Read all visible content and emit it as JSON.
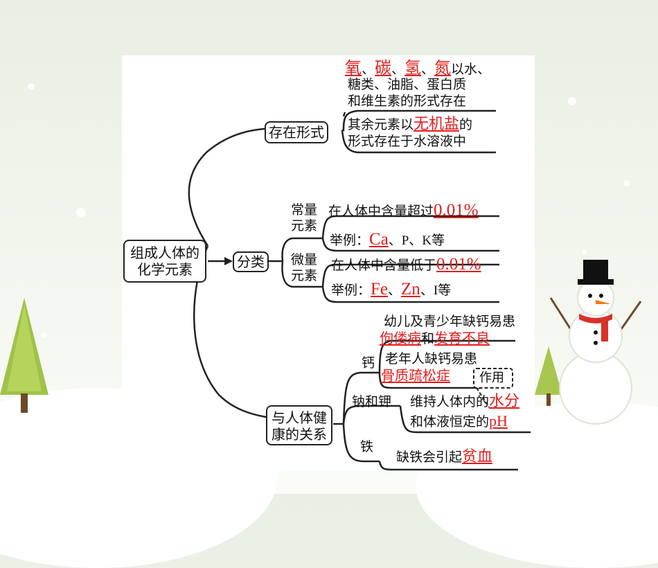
{
  "root": {
    "line1": "组成人体的",
    "line2": "化学元素"
  },
  "branches": {
    "forms": {
      "label": "存在形式",
      "item1": {
        "el1": "氧",
        "sep1": "、",
        "el2": "碳",
        "sep2": "、",
        "el3": "氢",
        "sep3": "、",
        "el4": "氮",
        "rest1": "以水、",
        "line2": "糖类、油脂、蛋白质",
        "line3": "和维生素的形式存在"
      },
      "item2": {
        "pre": "其余元素以",
        "answer": "无机盐",
        "post": "的",
        "line2": "形式存在于水溶液中"
      }
    },
    "classify": {
      "label": "分类",
      "major": {
        "label1": "常量",
        "label2": "元素",
        "desc": "在人体中含量超过",
        "value": "0.01%",
        "example_prefix": "举例：",
        "example_answer": "Ca",
        "example_rest": "、P、K等"
      },
      "trace": {
        "label1": "微量",
        "label2": "元素",
        "desc": "在人体中含量低于",
        "value": "0.01%",
        "example_prefix": "举例：",
        "ans1": "Fe",
        "sep": "、",
        "ans2": "Zn",
        "example_rest": "、I等"
      }
    },
    "health": {
      "label1": "与人体健",
      "label2": "康的关系",
      "calcium": {
        "label": "钙",
        "child_line": "幼儿及青少年缺钙易患",
        "child_ans1": "佝偻病",
        "child_mid": "和",
        "child_ans2": "发育不良",
        "old_line": "老年人缺钙易患",
        "old_ans": "骨质疏松症"
      },
      "role_box": "作用",
      "na_k": {
        "label": "钠和钾",
        "line1": "维持人体内的",
        "ans1": "水分",
        "line2": "和体液恒定的",
        "ans2": "pH"
      },
      "iron": {
        "label": "铁",
        "line": "缺铁会引起",
        "ans": "贫血"
      }
    }
  },
  "colors": {
    "answer": "#e41c1c",
    "line": "#222222"
  }
}
